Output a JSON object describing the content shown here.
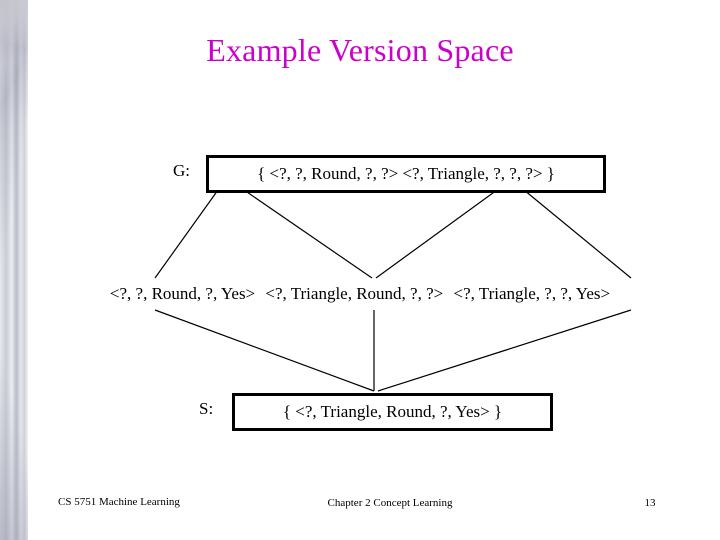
{
  "slide": {
    "title": "Example Version Space",
    "title_color": "#cc00cc",
    "background": "#ffffff"
  },
  "general_boundary": {
    "label": "G:",
    "content": "{ <?, ?, Round, ?, ?>  <?, Triangle, ?, ?, ?> }",
    "members": [
      "<?, ?, Round, ?, ?>",
      "<?, Triangle, ?, ?, ?>"
    ]
  },
  "middle_row": {
    "hypotheses": [
      "<?, ?, Round, ?, Yes>",
      "<?, Triangle, Round, ?, ?>",
      "<?, Triangle, ?, ?, Yes>"
    ]
  },
  "specific_boundary": {
    "label": "S:",
    "content": "{ <?, Triangle, Round, ?, Yes> }",
    "members": [
      "<?, Triangle, Round, ?, Yes>"
    ]
  },
  "footer": {
    "left": "CS 5751 Machine Learning",
    "center": "Chapter 2  Concept Learning",
    "page_number": "13"
  }
}
